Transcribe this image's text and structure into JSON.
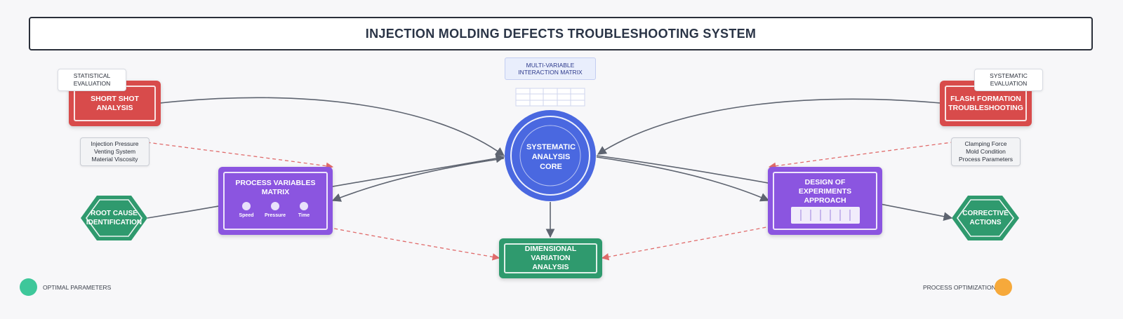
{
  "title": "INJECTION MOLDING DEFECTS TROUBLESHOOTING SYSTEM",
  "colors": {
    "red": "#d84b4b",
    "purple": "#8b55e0",
    "green": "#2f9a6e",
    "blue_core": "#4a68e0",
    "arrow_gray": "#5e6470",
    "arrow_red_dashed": "#e06b6b",
    "legend_green": "#3ec79a",
    "legend_orange": "#f6a93b"
  },
  "nodes": {
    "short_shot": "SHORT SHOT\nANALYSIS",
    "flash_formation": "FLASH FORMATION\nTROUBLESHOOTING",
    "core": "SYSTEMATIC\nANALYSIS\nCORE",
    "process_variables": "PROCESS VARIABLES\nMATRIX",
    "design_experiments": "DESIGN OF\nEXPERIMENTS\nAPPROACH",
    "dimensional_variation": "DIMENSIONAL VARIATION\nANALYSIS",
    "root_cause": "ROOT CAUSE\nIDENTIFICATION",
    "corrective_actions": "CORRECTIVE\nACTIONS"
  },
  "notes": {
    "statistical_evaluation": [
      "STATISTICAL",
      "EVALUATION"
    ],
    "systematic_evaluation": [
      "SYSTEMATIC",
      "EVALUATION"
    ],
    "matrix_label": [
      "MULTI-VARIABLE",
      "INTERACTION MATRIX"
    ],
    "short_shot_factors": [
      "Injection Pressure",
      "Venting System",
      "Material Viscosity"
    ],
    "flash_factors": [
      "Clamping Force",
      "Mold Condition",
      "Process Parameters"
    ]
  },
  "process_gauges": [
    "Speed",
    "Pressure",
    "Time"
  ],
  "legend": {
    "left": "OPTIMAL PARAMETERS",
    "right": "PROCESS OPTIMIZATION"
  }
}
